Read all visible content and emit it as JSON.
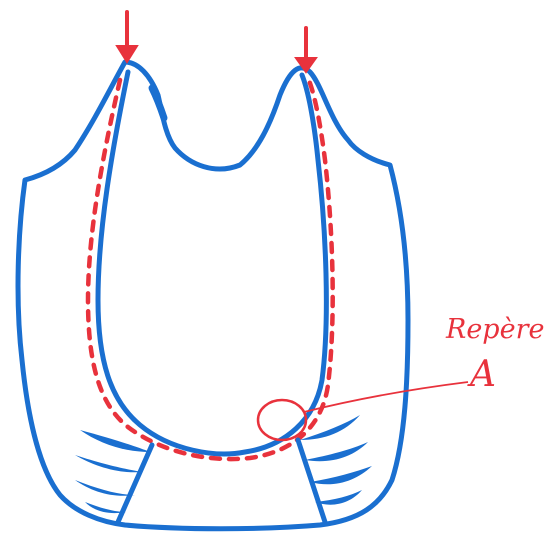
{
  "annotation": {
    "label": "Repère",
    "letter": "A"
  },
  "colors": {
    "outline": "#1a6fd0",
    "marker": "#e8323c",
    "background": "#ffffff"
  },
  "markers": {
    "arrow_count": 2,
    "arrow_icon": "down-arrow-icon"
  }
}
